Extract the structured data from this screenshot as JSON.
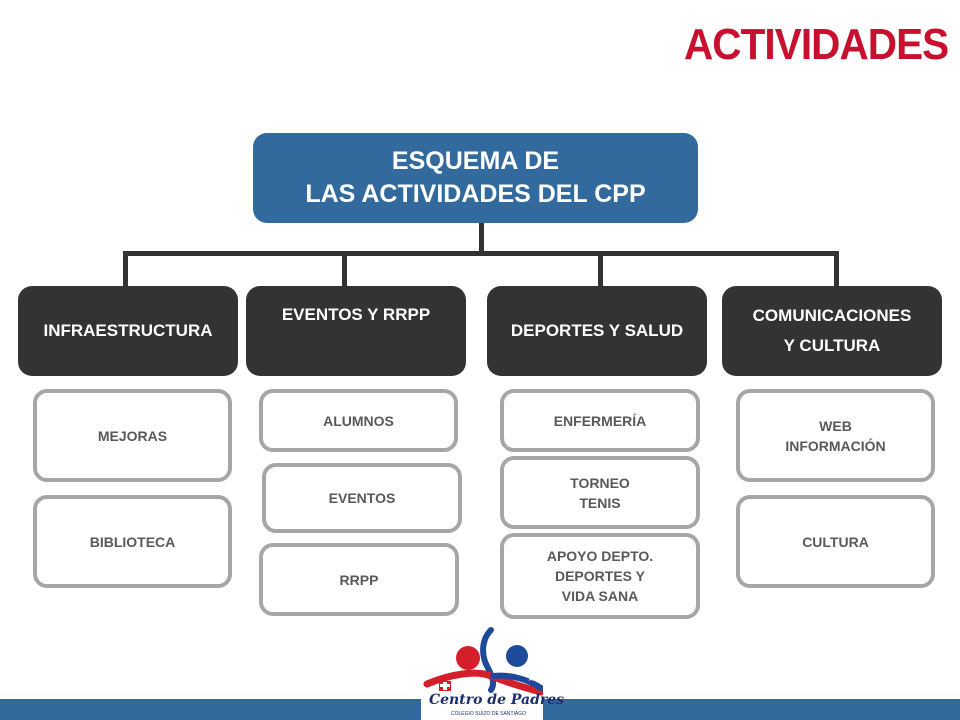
{
  "title": "ACTIVIDADES",
  "root": {
    "line1": "ESQUEMA DE",
    "line2": "LAS ACTIVIDADES DEL CPP"
  },
  "categories": [
    {
      "line1": "INFRAESTRUCTURA",
      "line2": "",
      "items": [
        "MEJORAS",
        "BIBLIOTECA"
      ]
    },
    {
      "line1": "EVENTOS Y RRPP",
      "line2": "",
      "items": [
        "ALUMNOS",
        "EVENTOS",
        "RRPP"
      ]
    },
    {
      "line1": "DEPORTES Y SALUD",
      "line2": "",
      "items": [
        "ENFERMERÍA",
        "TORNEO\nTENIS",
        "APOYO DEPTO.\nDEPORTES Y\nVIDA SANA"
      ]
    },
    {
      "line1": "COMUNICACIONES",
      "line2": "Y CULTURA",
      "items": [
        "WEB\nINFORMACIÓN",
        "CULTURA"
      ]
    }
  ],
  "logo": {
    "text": "Centro de Padres",
    "subtext": "COLEGIO SUIZO DE SANTIAGO"
  },
  "colors": {
    "title": "#c8102e",
    "root": "#336a9e",
    "category": "#333333",
    "subitem_border": "#a6a6a6",
    "subitem_text": "#595959",
    "bottom_bar": "#336a9e"
  }
}
